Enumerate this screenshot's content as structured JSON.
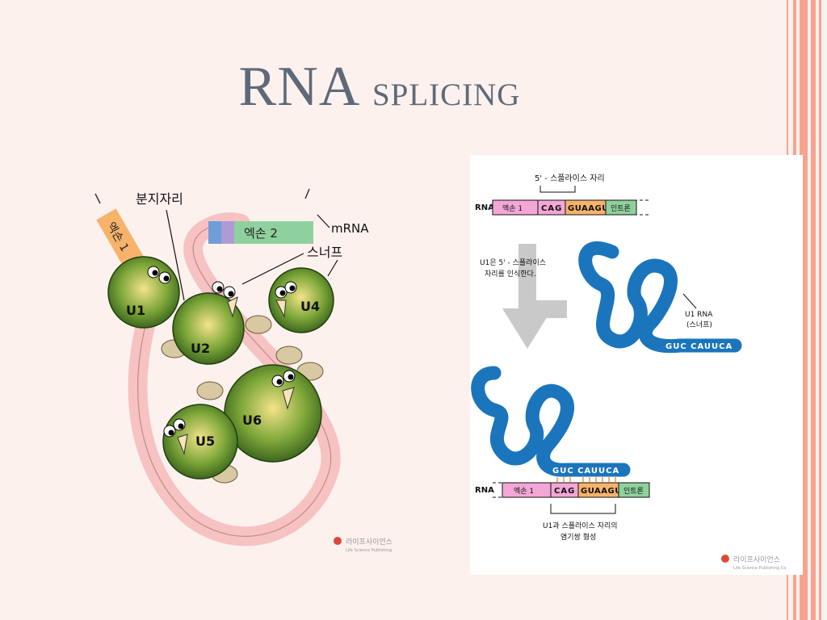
{
  "slide": {
    "title_main": "RNA",
    "title_sub": "splicing"
  },
  "left_figure": {
    "label_branch_point": "분지자리",
    "label_exon1": "엑손 1",
    "label_exon2": "엑손 2",
    "label_mrna": "mRNA",
    "label_snurp": "스너프",
    "snrnp_labels": [
      "U1",
      "U2",
      "U4",
      "U5",
      "U6"
    ],
    "publisher": "라이프사이언스",
    "publisher_sub": "Life Science Publishing"
  },
  "right_figure": {
    "splice_site_label": "5' - 스플라이스 자리",
    "rna_label": "RNA",
    "exon1": "엑손 1",
    "seq_cag": "CAG",
    "seq_guaagu": "GUAAGU",
    "intron": "인트론",
    "step_text_1": "U1은 5' - 스플라이스",
    "step_text_2": "자리를 인식한다.",
    "u1_label_1": "U1 RNA",
    "u1_label_2": "(스너프)",
    "u1_seq": "GUC CAUUCA",
    "pair_text_1": "U1과 스플라이스 자리의",
    "pair_text_2": "염기쌍 형성",
    "publisher": "라이프사이언스",
    "publisher_sub": "Life Science Publishing Co."
  },
  "colors": {
    "title": "#5e6a7a",
    "background": "#fdf1ee",
    "snrnp_green": "#3f6f1f",
    "rna_blue": "#1b75bc",
    "intron_pink": "#f7c2c2",
    "exon_green": "#8fd19e",
    "exon_orange": "#f7b36b"
  }
}
